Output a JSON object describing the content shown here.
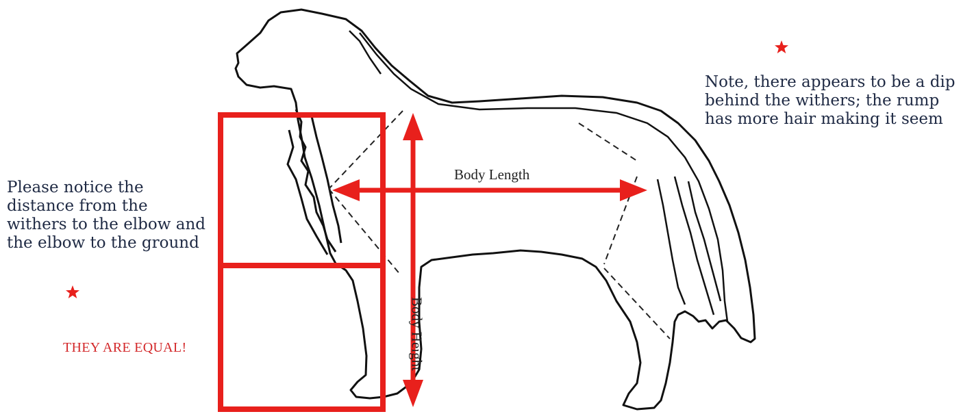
{
  "labels": {
    "body_length": "Body Length",
    "body_height": "Body Height"
  },
  "note_left": "Please notice the distance from the withers to the elbow and the elbow to the ground",
  "note_right": {
    "lines": [
      "Note, there appears to be a dip",
      "behind the withers; the rump",
      "has more hair making it seem"
    ]
  },
  "equal_text": "THEY ARE EQUAL!",
  "colors": {
    "red": "#e8201c",
    "outline": "#111111",
    "text": "#1f2a44"
  },
  "icons": [
    "star-icon",
    "star-icon"
  ]
}
